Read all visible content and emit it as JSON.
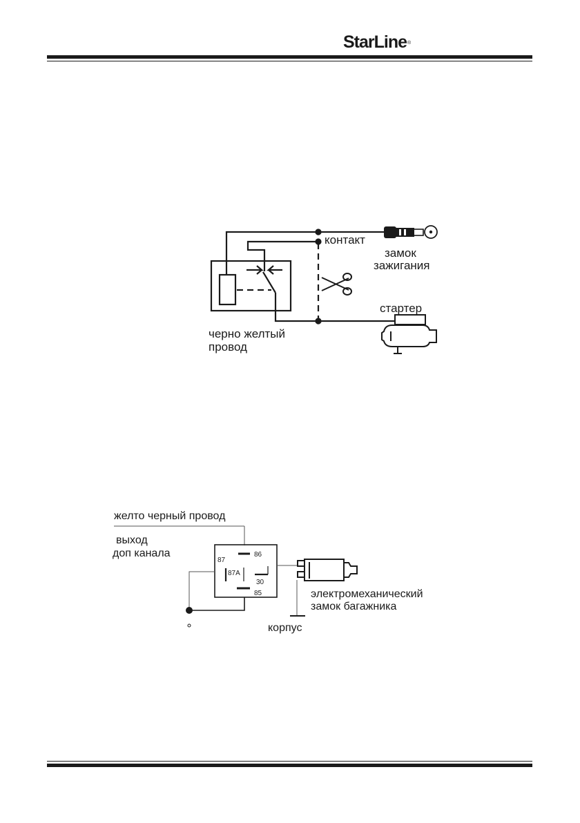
{
  "header": {
    "logo_text": "StarLine",
    "logo_mark": "®"
  },
  "diagram1": {
    "labels": {
      "contact": "контакт",
      "ignition_line1": "замок",
      "ignition_line2": "зажигания",
      "starter": "стартер",
      "wire_line1": "черно желтый",
      "wire_line2": "провод"
    },
    "icons": [
      "ignition-key-icon",
      "scissors-icon",
      "starter-motor-icon"
    ]
  },
  "diagram2": {
    "labels": {
      "wire": "желто черный провод",
      "output_line1": "выход",
      "output_line2": "доп канала",
      "pin_87": "87",
      "pin_86": "86",
      "pin_87a": "87A",
      "pin_30": "30",
      "pin_85": "85",
      "lock_line1": "электромеханический",
      "lock_line2": "замок багажника",
      "ground": "корпус"
    },
    "icons": [
      "trunk-lock-actuator-icon"
    ]
  }
}
